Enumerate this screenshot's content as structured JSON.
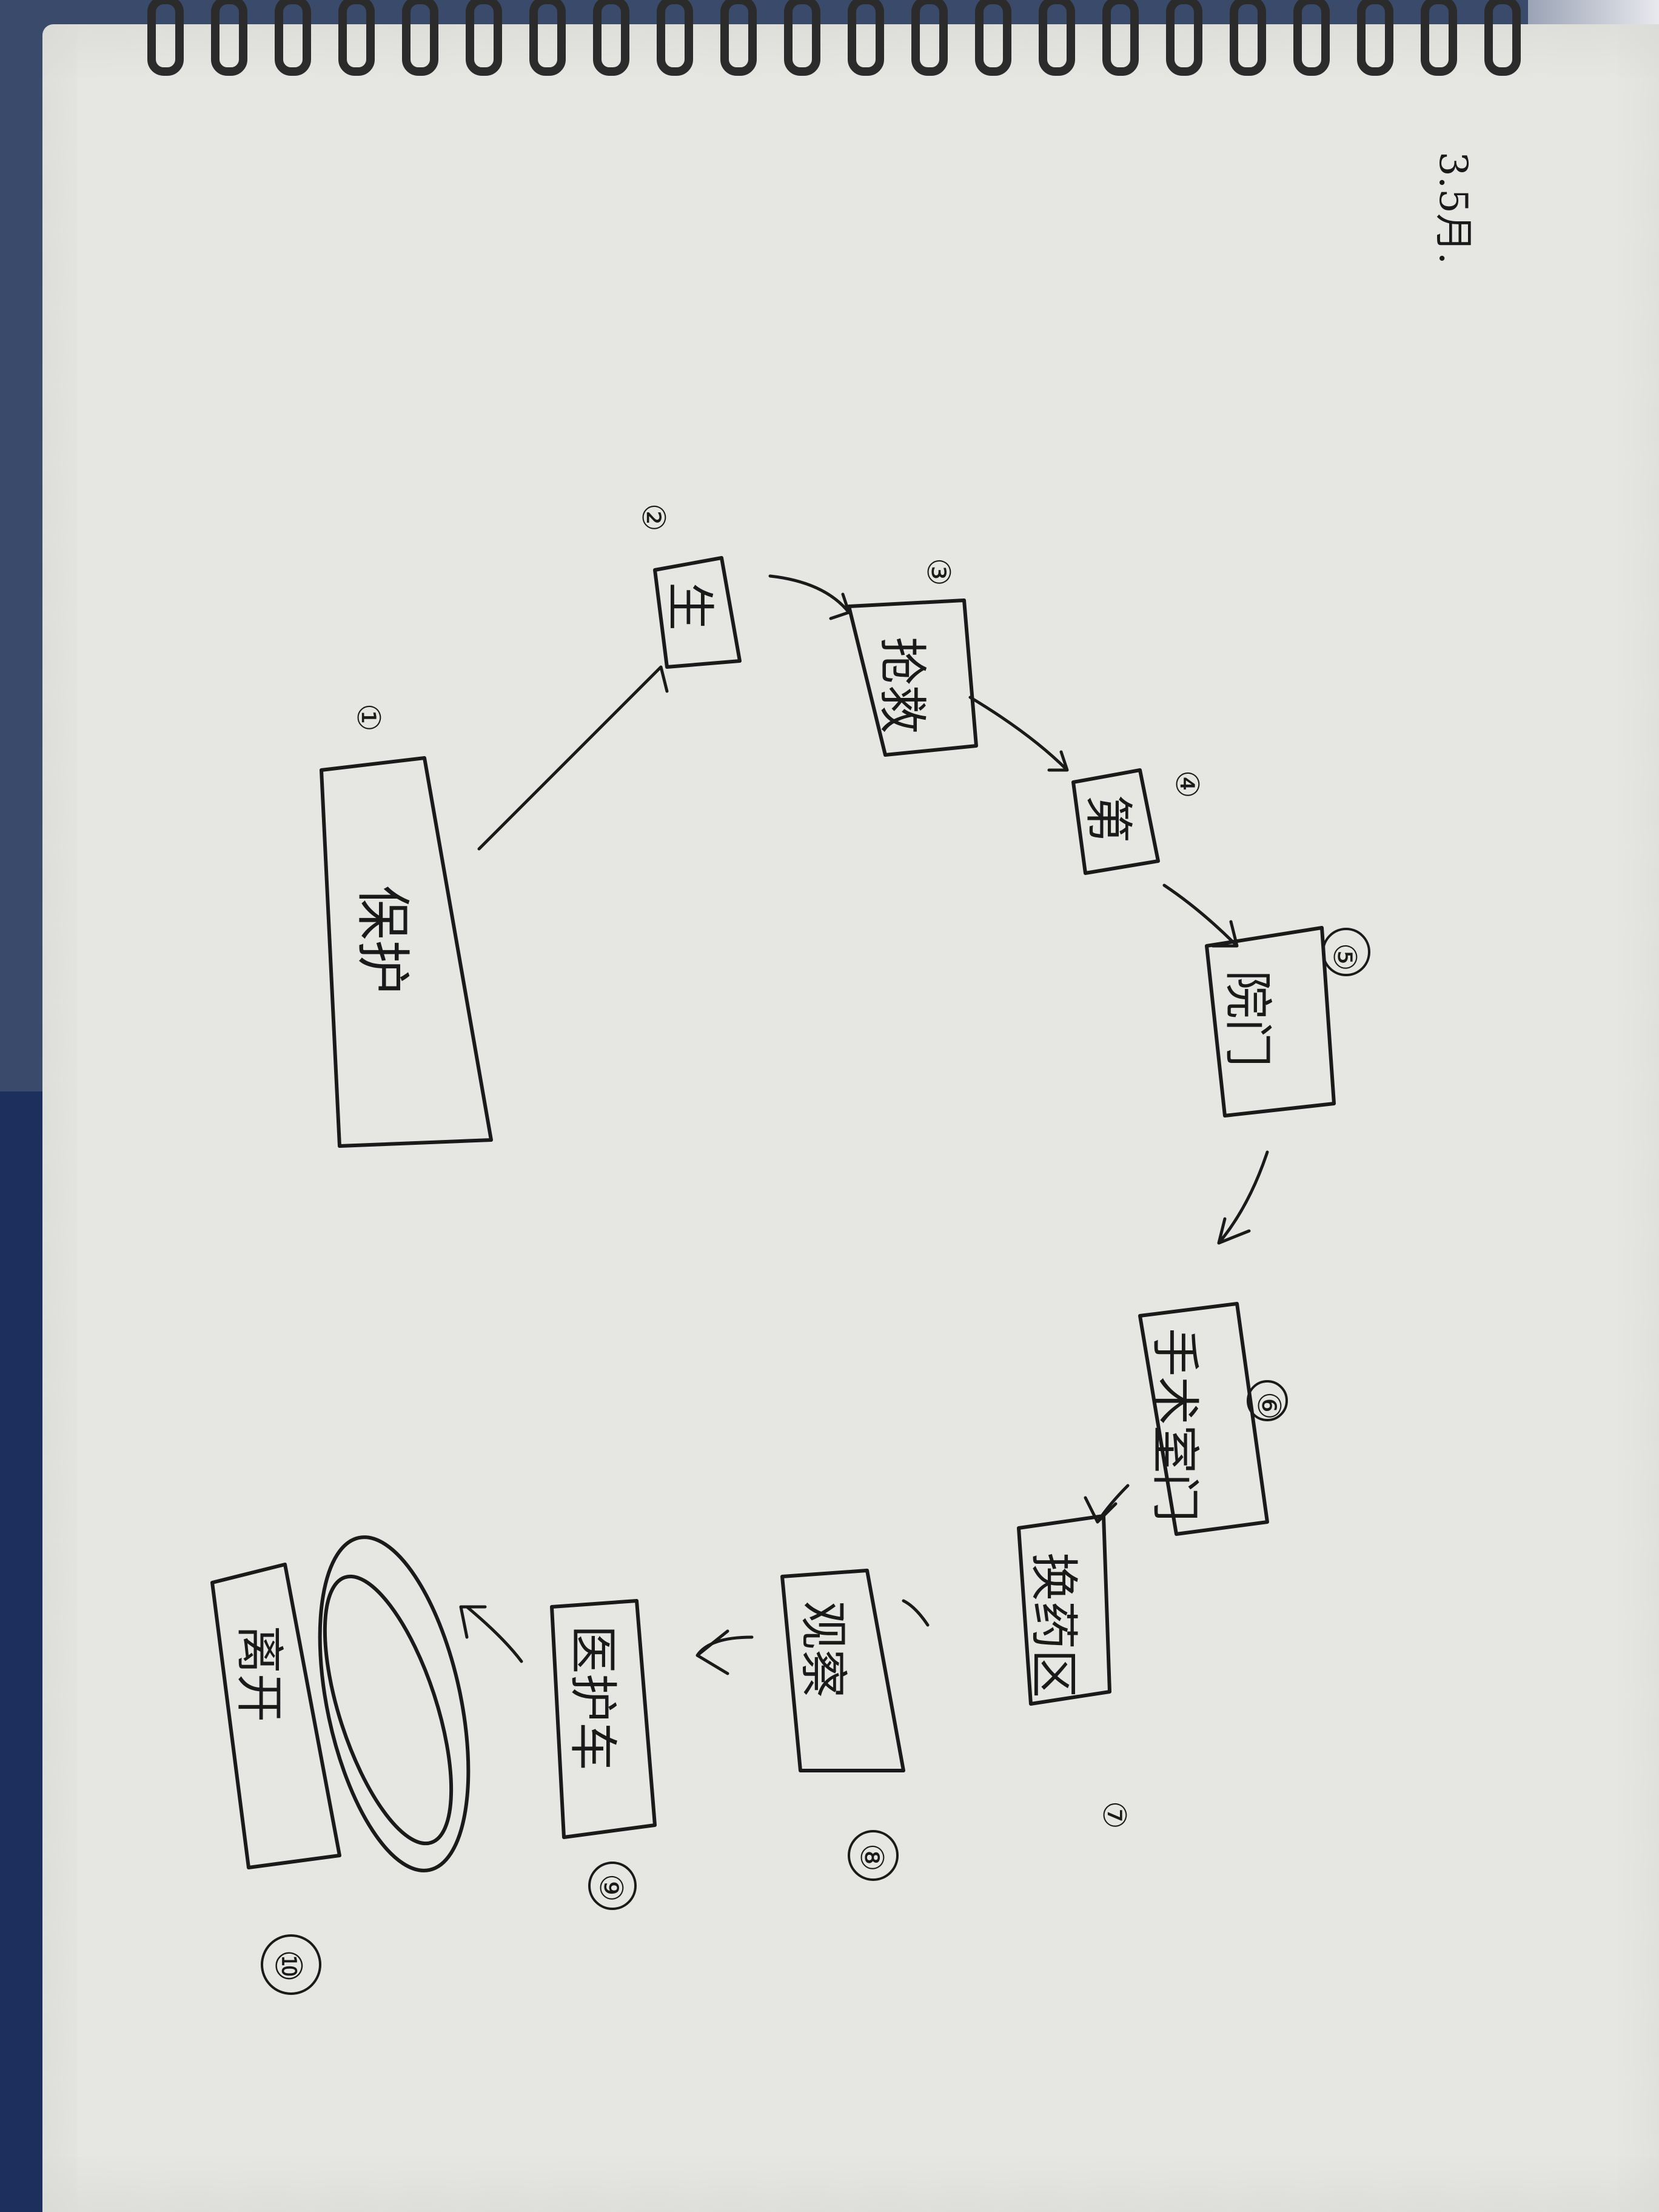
{
  "page_note": "3.5月.",
  "nodes": [
    {
      "num": "①",
      "label": "保护"
    },
    {
      "num": "②",
      "label": "生"
    },
    {
      "num": "③",
      "label": "抢救"
    },
    {
      "num": "④",
      "label": "第"
    },
    {
      "num": "⑤",
      "label": "院门"
    },
    {
      "num": "⑥",
      "label": "手术室门"
    },
    {
      "num": "⑦",
      "label": "换药区"
    },
    {
      "num": "⑧",
      "label": "观察"
    },
    {
      "num": "⑨",
      "label": "医护车"
    },
    {
      "num": "⑩",
      "label": "离开"
    }
  ],
  "colors": {
    "ink": "#1a1a1a",
    "paper": "#e6e7e2",
    "spiral": "#2b2b2b"
  }
}
